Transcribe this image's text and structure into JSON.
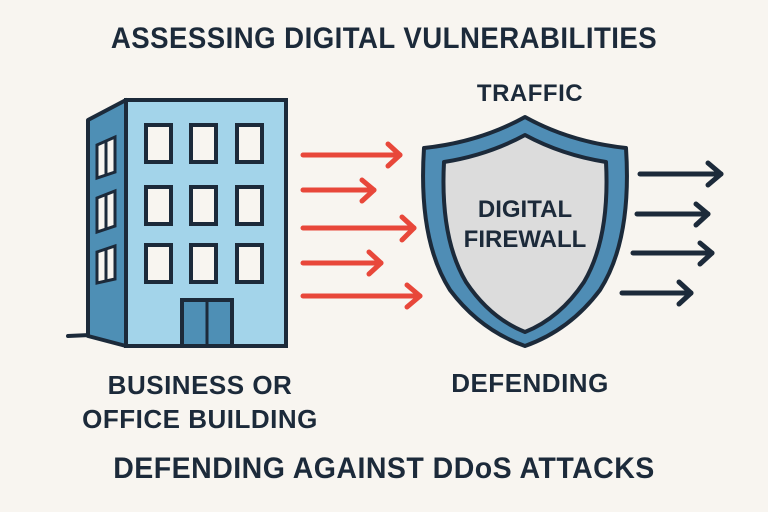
{
  "title": "ASSESSING DIGITAL VULNERABILITIES",
  "traffic_label": "TRAFFIC",
  "building": {
    "label_line1": "BUSINESS OR",
    "label_line2": "OFFICE BUILDING",
    "icon": "office-building-icon"
  },
  "firewall": {
    "line1": "DIGITAL",
    "line2": "FIREWALL",
    "icon": "shield-icon"
  },
  "defending_label": "DEFENDING",
  "bottom_title": "DEFENDING AGAINST DDoS ATTACKS",
  "colors": {
    "background": "#f8f5f0",
    "text": "#1c2a3a",
    "attack_arrow": "#e8473a",
    "building_face": "#a3d4ea",
    "building_side": "#4e8fb5",
    "shield_rim": "#4f8db5",
    "shield_inner": "#dcdcdc"
  },
  "attack_arrows": 5,
  "clean_arrows": 4
}
